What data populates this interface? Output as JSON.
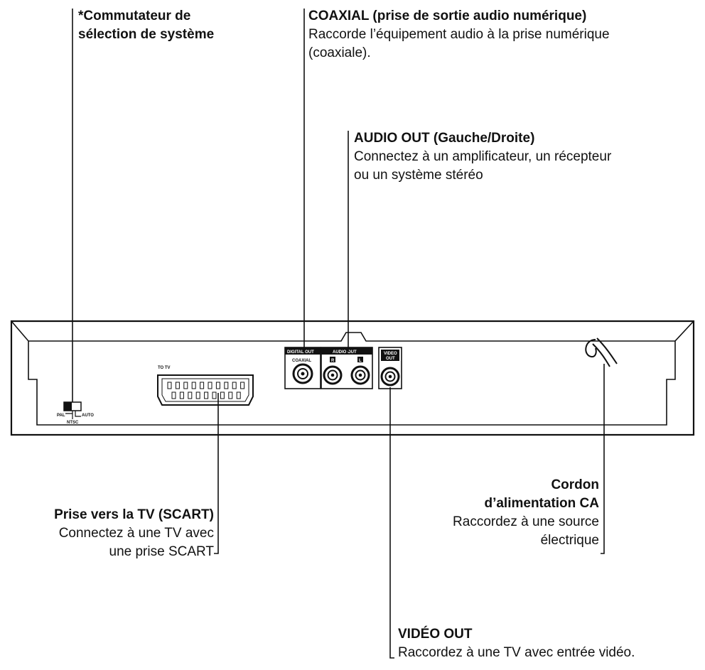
{
  "callouts": {
    "system_switch": {
      "title_line1": "*Commutateur de",
      "title_line2": "sélection de système"
    },
    "coaxial": {
      "title": "COAXIAL (prise de sortie audio numérique)",
      "desc_line1": "Raccorde l’équipement audio à la prise numérique",
      "desc_line2": "(coaxiale)."
    },
    "audio_out": {
      "title": "AUDIO OUT (Gauche/Droite)",
      "desc_line1": "Connectez à un amplificateur, un récepteur",
      "desc_line2": "ou un système stéréo"
    },
    "scart": {
      "title": "Prise vers la TV (SCART)",
      "desc_line1": "Connectez à une TV avec",
      "desc_line2": "une prise SCART"
    },
    "power_cord": {
      "title_line1": "Cordon",
      "title_line2": "d’alimentation CA",
      "desc_line1": "Raccordez à une source",
      "desc_line2": "électrique"
    },
    "video_out": {
      "title": "VIDÉO OUT",
      "desc": "Raccordez à une TV avec entrée vidéo."
    }
  },
  "panel_labels": {
    "to_tv": "TO TV",
    "digital_out": "DIGITAL OUT",
    "coaxial": "COAXIAL",
    "audio_out": "AUDIO OUT",
    "audio_r": "R",
    "audio_l": "L",
    "video_out_line1": "VIDEO",
    "video_out_line2": "OUT",
    "switch_pal": "PAL",
    "switch_auto": "AUTO",
    "switch_ntsc": "NTSC"
  },
  "colors": {
    "ink": "#111111",
    "background": "#ffffff"
  }
}
